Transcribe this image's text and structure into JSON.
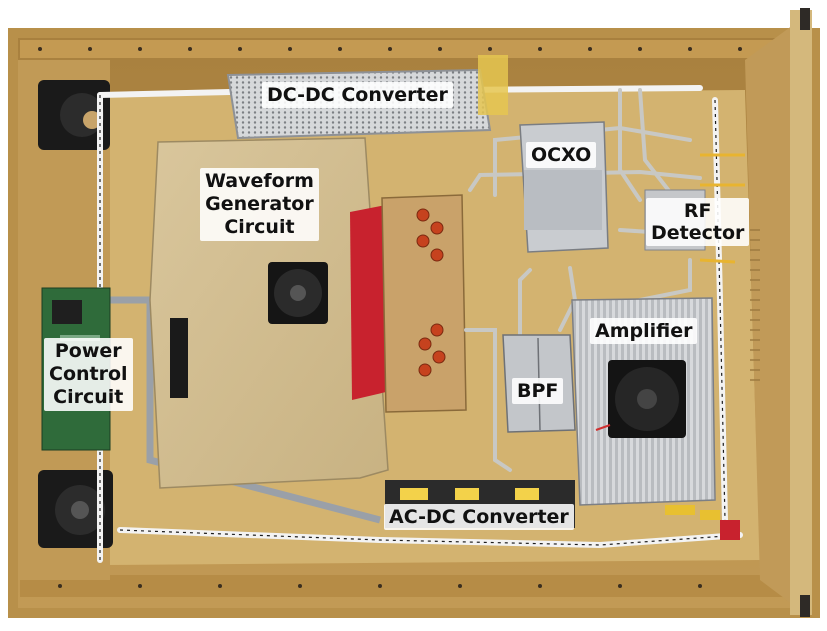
{
  "labels": {
    "dcdc": "DC-DC Converter",
    "waveform": [
      "Waveform",
      "Generator",
      "Circuit"
    ],
    "ocxo": "OCXO",
    "rf": [
      "RF",
      "Detector"
    ],
    "amplifier": "Amplifier",
    "bpf": "BPF",
    "power": [
      "Power",
      "Control",
      "Circuit"
    ],
    "acdc": "AC-DC Converter"
  },
  "colors": {
    "chassis": "#c9a35c",
    "panel": "#d9bb7a",
    "wall": "#b8904a",
    "cable": "#f2f2f2"
  }
}
